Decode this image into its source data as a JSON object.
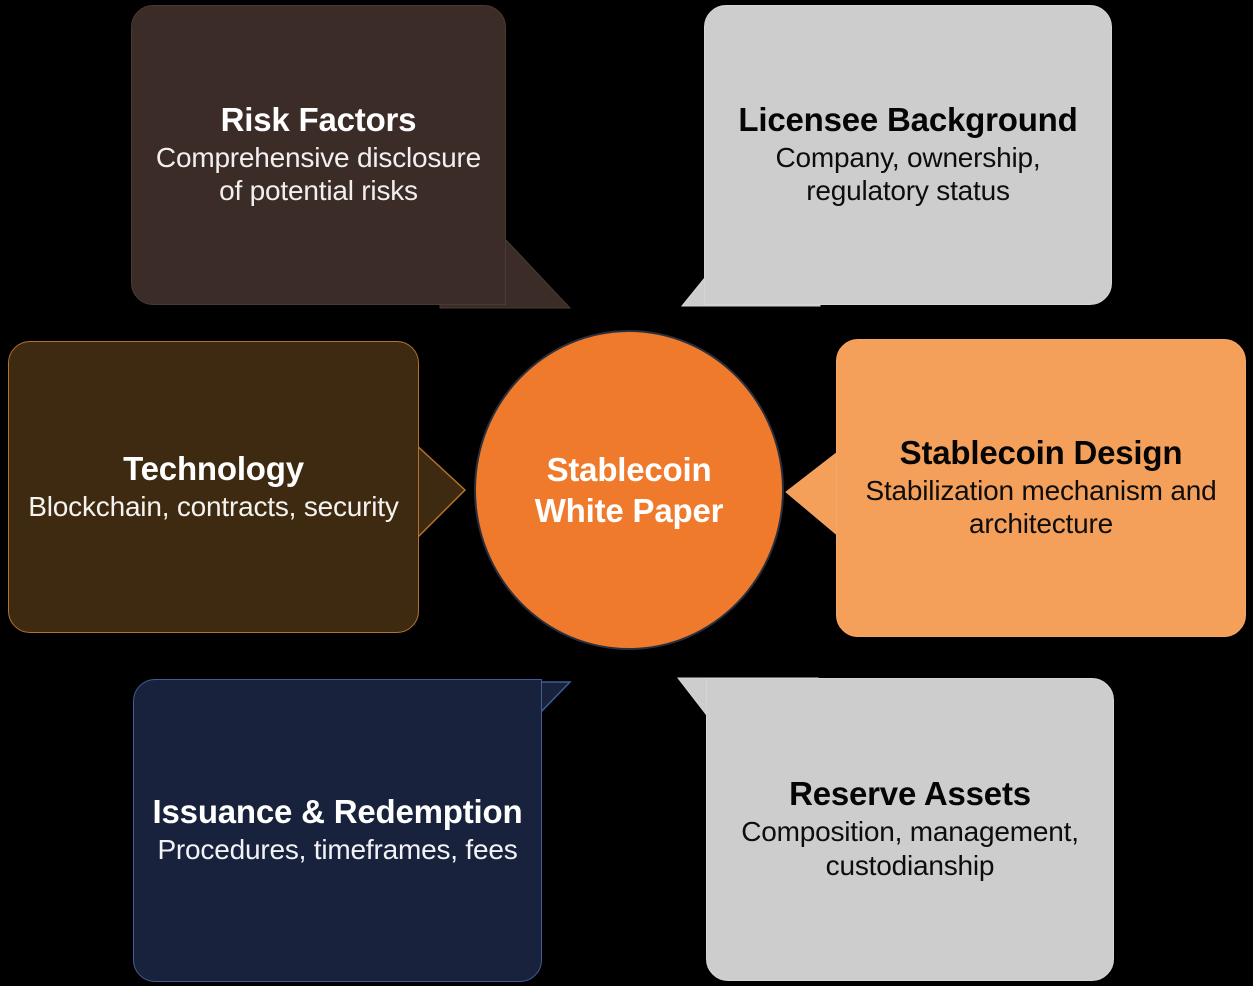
{
  "diagram": {
    "title": "Stablecoin White Paper",
    "center": {
      "label": "Stablecoin White Paper",
      "fill": "#EF7A2C",
      "text_color": "#FFFFFF",
      "shape": "circle"
    },
    "background": "#000000",
    "nodes": [
      {
        "id": "risk-factors",
        "title": "Risk Factors",
        "description": "Comprehensive disclosure of potential risks",
        "position": "top-left",
        "fill": "#3B2C28",
        "border": "#4A3A35",
        "text_color": "#FFFFFF",
        "tail_direction": "down-right"
      },
      {
        "id": "licensee-background",
        "title": "Licensee Background",
        "description": "Company, ownership, regulatory status",
        "position": "top-right",
        "fill": "#CDCDCD",
        "border": "#D6D6D6",
        "text_color": "#050505",
        "tail_direction": "down-left"
      },
      {
        "id": "technology",
        "title": "Technology",
        "description": "Blockchain, contracts, security",
        "position": "middle-left",
        "fill": "#3D2A11",
        "border": "#B5722C",
        "text_color": "#FFFFFF",
        "tail_direction": "right"
      },
      {
        "id": "stablecoin-design",
        "title": "Stablecoin Design",
        "description": "Stabilization mechanism and architecture",
        "position": "middle-right",
        "fill": "#F4A05A",
        "border": "#F5A765",
        "text_color": "#050505",
        "tail_direction": "left"
      },
      {
        "id": "issuance-redemption",
        "title": "Issuance & Redemption",
        "description": "Procedures, timeframes, fees",
        "position": "bottom-left",
        "fill": "#18223C",
        "border": "#3F5D93",
        "text_color": "#FFFFFF",
        "tail_direction": "up-right"
      },
      {
        "id": "reserve-assets",
        "title": "Reserve Assets",
        "description": "Composition, management, custodianship",
        "position": "bottom-right",
        "fill": "#CDCDCD",
        "border": "#D6D6D6",
        "text_color": "#050505",
        "tail_direction": "up-left"
      }
    ]
  }
}
